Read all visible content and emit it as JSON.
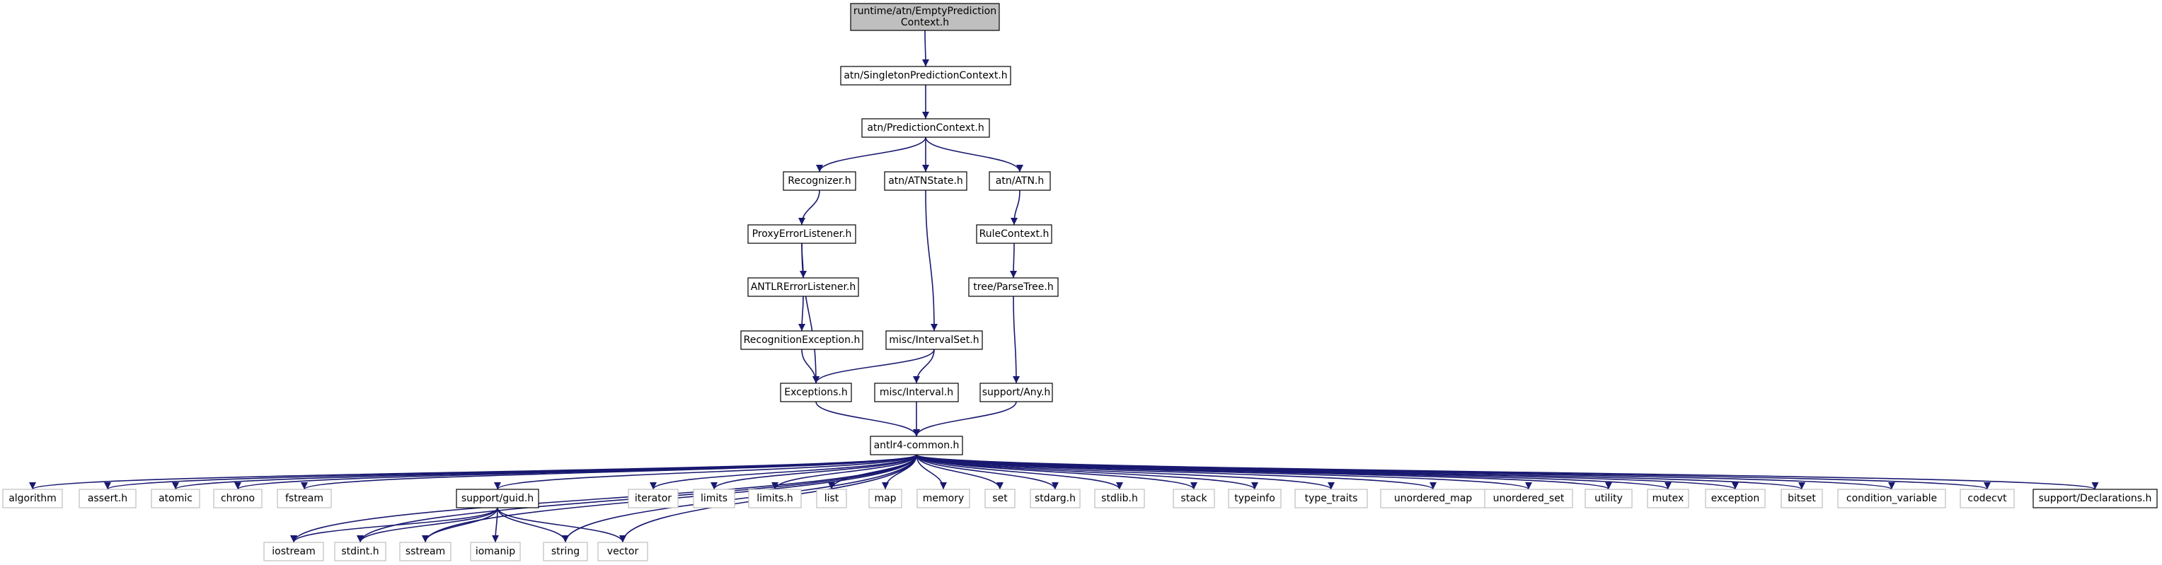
{
  "colors": {
    "edge": "#191970",
    "root_fill": "#bfbfbf",
    "node_fill": "#ffffff",
    "node_border": "#000000",
    "external_border": "#bfbfbf",
    "text": "#000000"
  },
  "nodes": [
    {
      "id": "empty_prediction_context",
      "label": "runtime/atn/EmptyPrediction\nContext.h",
      "kind": "root"
    },
    {
      "id": "singleton_prediction_context",
      "label": "atn/SingletonPredictionContext.h",
      "kind": "internal"
    },
    {
      "id": "prediction_context",
      "label": "atn/PredictionContext.h",
      "kind": "internal"
    },
    {
      "id": "recognizer",
      "label": "Recognizer.h",
      "kind": "internal"
    },
    {
      "id": "atn_state",
      "label": "atn/ATNState.h",
      "kind": "internal"
    },
    {
      "id": "atn",
      "label": "atn/ATN.h",
      "kind": "internal"
    },
    {
      "id": "proxy_error_listener",
      "label": "ProxyErrorListener.h",
      "kind": "internal"
    },
    {
      "id": "rule_context",
      "label": "RuleContext.h",
      "kind": "internal"
    },
    {
      "id": "antlr_error_listener",
      "label": "ANTLRErrorListener.h",
      "kind": "internal"
    },
    {
      "id": "parse_tree",
      "label": "tree/ParseTree.h",
      "kind": "internal"
    },
    {
      "id": "recognition_exception",
      "label": "RecognitionException.h",
      "kind": "internal"
    },
    {
      "id": "interval_set",
      "label": "misc/IntervalSet.h",
      "kind": "internal"
    },
    {
      "id": "exceptions",
      "label": "Exceptions.h",
      "kind": "internal"
    },
    {
      "id": "interval",
      "label": "misc/Interval.h",
      "kind": "internal"
    },
    {
      "id": "any",
      "label": "support/Any.h",
      "kind": "internal"
    },
    {
      "id": "antlr4_common",
      "label": "antlr4-common.h",
      "kind": "internal"
    },
    {
      "id": "algorithm",
      "label": "algorithm",
      "kind": "external"
    },
    {
      "id": "assert",
      "label": "assert.h",
      "kind": "external"
    },
    {
      "id": "atomic",
      "label": "atomic",
      "kind": "external"
    },
    {
      "id": "chrono",
      "label": "chrono",
      "kind": "external"
    },
    {
      "id": "fstream",
      "label": "fstream",
      "kind": "external"
    },
    {
      "id": "guid",
      "label": "support/guid.h",
      "kind": "internal"
    },
    {
      "id": "iterator",
      "label": "iterator",
      "kind": "external"
    },
    {
      "id": "limits",
      "label": "limits",
      "kind": "external"
    },
    {
      "id": "limits_h",
      "label": "limits.h",
      "kind": "external"
    },
    {
      "id": "list",
      "label": "list",
      "kind": "external"
    },
    {
      "id": "map",
      "label": "map",
      "kind": "external"
    },
    {
      "id": "memory",
      "label": "memory",
      "kind": "external"
    },
    {
      "id": "set",
      "label": "set",
      "kind": "external"
    },
    {
      "id": "stdarg",
      "label": "stdarg.h",
      "kind": "external"
    },
    {
      "id": "stdlib",
      "label": "stdlib.h",
      "kind": "external"
    },
    {
      "id": "stack",
      "label": "stack",
      "kind": "external"
    },
    {
      "id": "typeinfo",
      "label": "typeinfo",
      "kind": "external"
    },
    {
      "id": "type_traits",
      "label": "type_traits",
      "kind": "external"
    },
    {
      "id": "unordered_map",
      "label": "unordered_map",
      "kind": "external"
    },
    {
      "id": "unordered_set",
      "label": "unordered_set",
      "kind": "external"
    },
    {
      "id": "utility",
      "label": "utility",
      "kind": "external"
    },
    {
      "id": "mutex",
      "label": "mutex",
      "kind": "external"
    },
    {
      "id": "exception",
      "label": "exception",
      "kind": "external"
    },
    {
      "id": "bitset",
      "label": "bitset",
      "kind": "external"
    },
    {
      "id": "condition_variable",
      "label": "condition_variable",
      "kind": "external"
    },
    {
      "id": "codecvt",
      "label": "codecvt",
      "kind": "external"
    },
    {
      "id": "declarations",
      "label": "support/Declarations.h",
      "kind": "internal"
    },
    {
      "id": "iostream",
      "label": "iostream",
      "kind": "external"
    },
    {
      "id": "stdint",
      "label": "stdint.h",
      "kind": "external"
    },
    {
      "id": "sstream",
      "label": "sstream",
      "kind": "external"
    },
    {
      "id": "iomanip",
      "label": "iomanip",
      "kind": "external"
    },
    {
      "id": "string",
      "label": "string",
      "kind": "external"
    },
    {
      "id": "vector",
      "label": "vector",
      "kind": "external"
    }
  ],
  "edges": [
    [
      "empty_prediction_context",
      "singleton_prediction_context"
    ],
    [
      "singleton_prediction_context",
      "prediction_context"
    ],
    [
      "prediction_context",
      "recognizer"
    ],
    [
      "prediction_context",
      "atn_state"
    ],
    [
      "prediction_context",
      "atn"
    ],
    [
      "recognizer",
      "proxy_error_listener"
    ],
    [
      "proxy_error_listener",
      "antlr_error_listener"
    ],
    [
      "proxy_error_listener",
      "exceptions"
    ],
    [
      "antlr_error_listener",
      "recognition_exception"
    ],
    [
      "recognition_exception",
      "exceptions"
    ],
    [
      "atn_state",
      "interval_set"
    ],
    [
      "interval_set",
      "exceptions"
    ],
    [
      "interval_set",
      "interval"
    ],
    [
      "atn",
      "rule_context"
    ],
    [
      "rule_context",
      "parse_tree"
    ],
    [
      "parse_tree",
      "any"
    ],
    [
      "exceptions",
      "antlr4_common"
    ],
    [
      "interval",
      "antlr4_common"
    ],
    [
      "any",
      "antlr4_common"
    ],
    [
      "antlr4_common",
      "algorithm"
    ],
    [
      "antlr4_common",
      "assert"
    ],
    [
      "antlr4_common",
      "atomic"
    ],
    [
      "antlr4_common",
      "chrono"
    ],
    [
      "antlr4_common",
      "fstream"
    ],
    [
      "antlr4_common",
      "guid"
    ],
    [
      "antlr4_common",
      "iterator"
    ],
    [
      "antlr4_common",
      "limits"
    ],
    [
      "antlr4_common",
      "limits_h"
    ],
    [
      "antlr4_common",
      "list"
    ],
    [
      "antlr4_common",
      "map"
    ],
    [
      "antlr4_common",
      "memory"
    ],
    [
      "antlr4_common",
      "set"
    ],
    [
      "antlr4_common",
      "stdarg"
    ],
    [
      "antlr4_common",
      "stdlib"
    ],
    [
      "antlr4_common",
      "stack"
    ],
    [
      "antlr4_common",
      "typeinfo"
    ],
    [
      "antlr4_common",
      "type_traits"
    ],
    [
      "antlr4_common",
      "unordered_map"
    ],
    [
      "antlr4_common",
      "unordered_set"
    ],
    [
      "antlr4_common",
      "utility"
    ],
    [
      "antlr4_common",
      "mutex"
    ],
    [
      "antlr4_common",
      "exception"
    ],
    [
      "antlr4_common",
      "bitset"
    ],
    [
      "antlr4_common",
      "condition_variable"
    ],
    [
      "antlr4_common",
      "codecvt"
    ],
    [
      "antlr4_common",
      "declarations"
    ],
    [
      "antlr4_common",
      "iostream"
    ],
    [
      "antlr4_common",
      "stdint"
    ],
    [
      "antlr4_common",
      "sstream"
    ],
    [
      "antlr4_common",
      "string"
    ],
    [
      "antlr4_common",
      "vector"
    ],
    [
      "guid",
      "iostream"
    ],
    [
      "guid",
      "stdint"
    ],
    [
      "guid",
      "sstream"
    ],
    [
      "guid",
      "iomanip"
    ],
    [
      "guid",
      "string"
    ],
    [
      "guid",
      "vector"
    ]
  ]
}
